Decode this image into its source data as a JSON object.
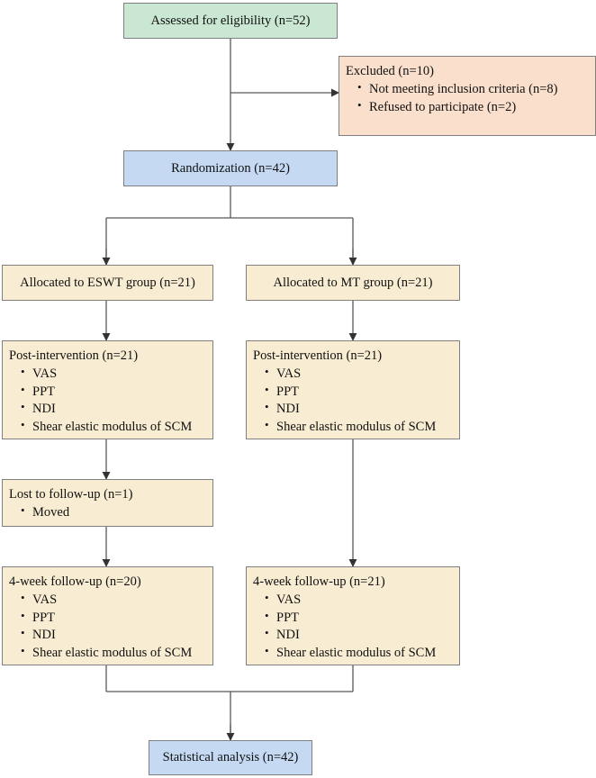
{
  "diagram": {
    "kind": "consort-flow-diagram",
    "colors": {
      "green": "#c9e7d2",
      "peach": "#fadfcd",
      "blue": "#c5daf2",
      "cream": "#f8ecd2",
      "border": "#808080",
      "line": "#595959",
      "text": "#111111"
    }
  },
  "nodes": {
    "eligibility": {
      "title": "Assessed for eligibility (n=52)"
    },
    "excluded": {
      "title": "Excluded (n=10)",
      "items": [
        "Not meeting inclusion criteria (n=8)",
        "Refused to participate (n=2)"
      ]
    },
    "randomization": {
      "title": "Randomization (n=42)"
    },
    "alloc_eswt": {
      "title": "Allocated to ESWT group (n=21)"
    },
    "alloc_mt": {
      "title": "Allocated to MT group (n=21)"
    },
    "post_eswt": {
      "title": "Post-intervention (n=21)",
      "items": [
        "VAS",
        "PPT",
        "NDI",
        "Shear elastic modulus of SCM"
      ]
    },
    "post_mt": {
      "title": "Post-intervention (n=21)",
      "items": [
        "VAS",
        "PPT",
        "NDI",
        "Shear elastic modulus of SCM"
      ]
    },
    "lost": {
      "title": "Lost to follow-up (n=1)",
      "items": [
        "Moved"
      ]
    },
    "fu_eswt": {
      "title": "4-week follow-up (n=20)",
      "items": [
        "VAS",
        "PPT",
        "NDI",
        "Shear elastic modulus of SCM"
      ]
    },
    "fu_mt": {
      "title": "4-week follow-up (n=21)",
      "items": [
        "VAS",
        "PPT",
        "NDI",
        "Shear elastic modulus of SCM"
      ]
    },
    "stats": {
      "title": "Statistical analysis (n=42)"
    }
  }
}
